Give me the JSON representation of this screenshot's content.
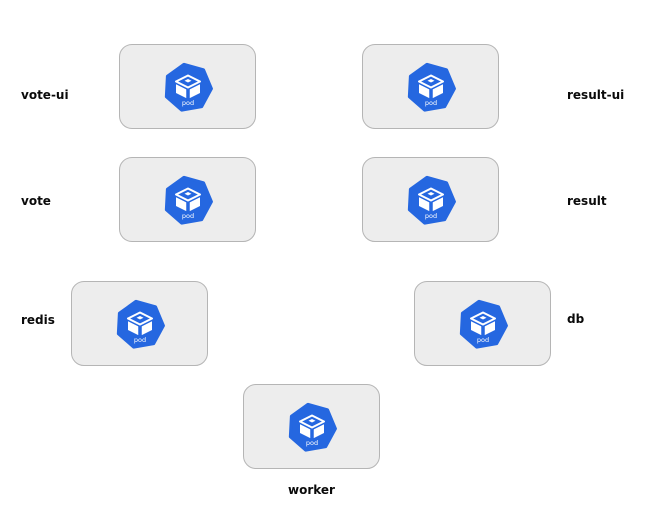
{
  "diagram": {
    "background": "#ffffff",
    "kind": "kubernetes-pods-diagram"
  },
  "colors": {
    "pod_blue": "#2567e0",
    "box_fill": "#ededed",
    "box_border": "#b5b5b5",
    "label_text": "#0a0a0a",
    "glyph_white": "#ffffff"
  },
  "icon_label": "pod",
  "pods": [
    {
      "id": "vote-ui",
      "label": "vote-ui",
      "icon": "kubernetes-pod-icon",
      "label_position": "left"
    },
    {
      "id": "result-ui",
      "label": "result-ui",
      "icon": "kubernetes-pod-icon",
      "label_position": "right"
    },
    {
      "id": "vote",
      "label": "vote",
      "icon": "kubernetes-pod-icon",
      "label_position": "left"
    },
    {
      "id": "result",
      "label": "result",
      "icon": "kubernetes-pod-icon",
      "label_position": "right"
    },
    {
      "id": "redis",
      "label": "redis",
      "icon": "kubernetes-pod-icon",
      "label_position": "left"
    },
    {
      "id": "db",
      "label": "db",
      "icon": "kubernetes-pod-icon",
      "label_position": "right"
    },
    {
      "id": "worker",
      "label": "worker",
      "icon": "kubernetes-pod-icon",
      "label_position": "bottom"
    }
  ]
}
